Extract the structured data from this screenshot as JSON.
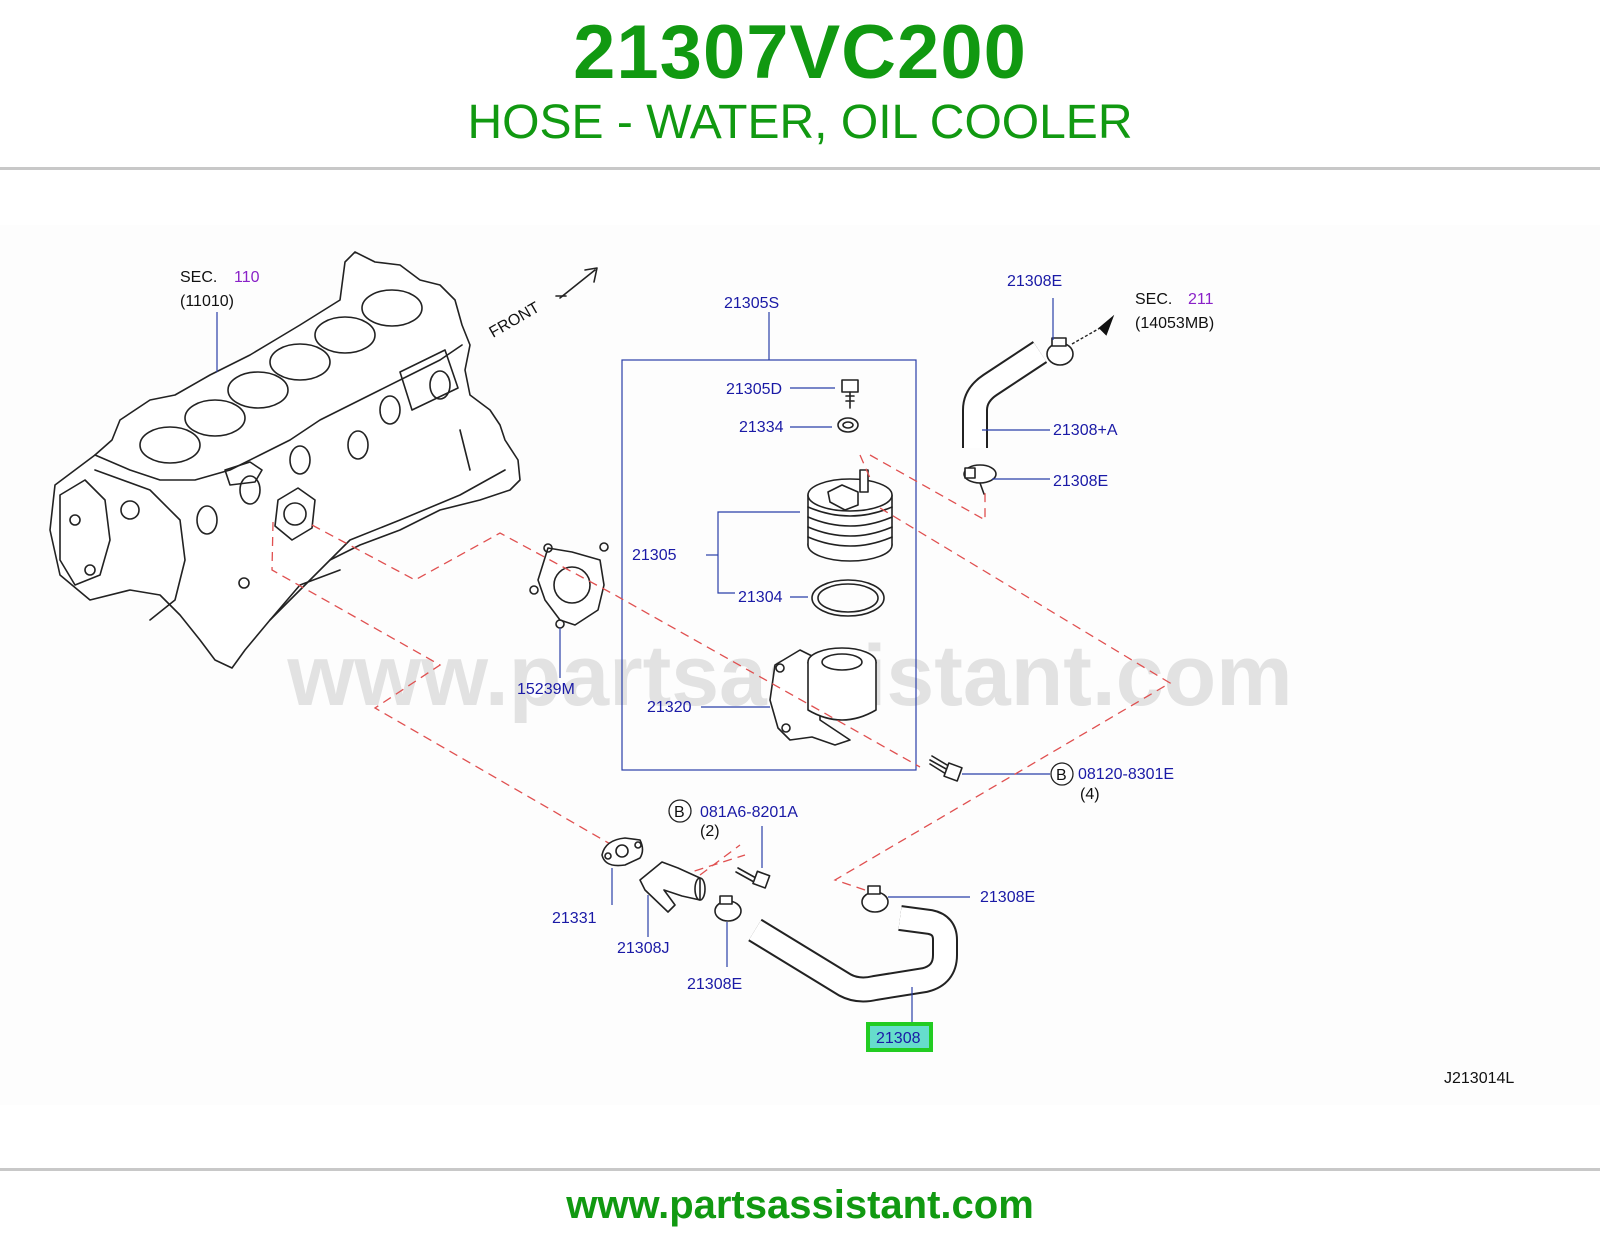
{
  "header": {
    "part_number": "21307VC200",
    "description": "HOSE - WATER, OIL COOLER"
  },
  "diagram": {
    "watermark": "www.partsassistant.com",
    "front_label": "FRONT",
    "diagram_code": "J213014L",
    "sec_prefix": "SEC.",
    "sec_110": {
      "num": "110",
      "ref": "(11010)"
    },
    "sec_211": {
      "num": "211",
      "ref": "(14053MB)"
    },
    "labels": {
      "p21305S": "21305S",
      "p21305D": "21305D",
      "p21334": "21334",
      "p21305": "21305",
      "p21304": "21304",
      "p21320": "21320",
      "p15239M": "15239M",
      "p21308E_top": "21308E",
      "p21308A": "21308+A",
      "p21308E_mid": "21308E",
      "p08120": "08120-8301E",
      "p08120_qty": "(4)",
      "p081A6": "081A6-8201A",
      "p081A6_qty": "(2)",
      "p21331": "21331",
      "p21308J": "21308J",
      "p21308E_low": "21308E",
      "p21308E_right": "21308E",
      "p21308": "21308",
      "bolt_badge": "B"
    },
    "highlight_color": "#22cc22"
  },
  "footer": {
    "url": "www.partsassistant.com"
  }
}
